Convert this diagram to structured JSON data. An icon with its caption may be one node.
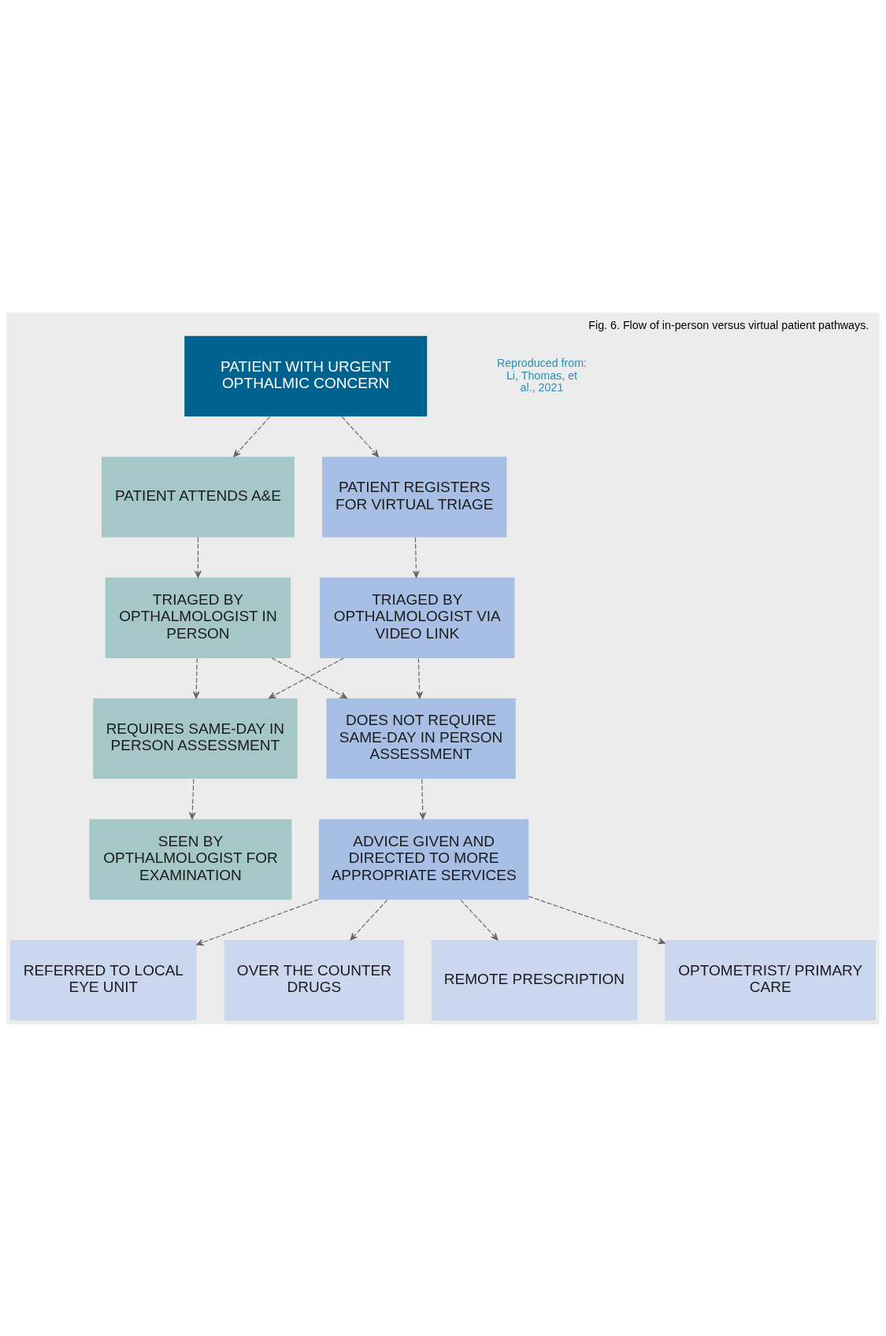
{
  "diagram": {
    "caption": "Fig. 6. Flow of in-person versus virtual patient pathways.",
    "nodes": [
      {
        "text": [
          "PATIENT WITH URGENT OPTHALMIC CONCERN"
        ]
      },
      {
        "text": [
          "PATIENT ATTENDS A&E"
        ]
      },
      {
        "text": [
          "PATIENT REGISTERS FOR VIRTUAL TRIAGE"
        ]
      },
      {
        "text": [
          "TRIAGED BY OPTHALMOLOGIST IN PERSON"
        ]
      },
      {
        "text": [
          "TRIAGED BY OPTHALMOLOGIST VIA VIDEO LINK"
        ]
      },
      {
        "text": [
          "REQUIRES SAME-DAY IN PERSON ASSESSMENT"
        ]
      },
      {
        "text": [
          "DOES NOT REQUIRE SAME-DAY IN PERSON ASSESSMENT"
        ]
      },
      {
        "text": [
          "SEEN BY OPTHALMOLOGIST FOR EXAMINATION"
        ]
      },
      {
        "text": [
          "ADVICE GIVEN AND DIRECTED TO MORE APPROPRIATE SERVICES"
        ]
      },
      {
        "text": [
          "REFERRED TO LOCAL EYE UNIT"
        ]
      },
      {
        "text": [
          "OVER THE COUNTER DRUGS"
        ]
      },
      {
        "text": [
          "REMOTE PRESCRIPTION"
        ]
      },
      {
        "text": [
          "OPTOMETRIST/ PRIMARY CARE"
        ]
      }
    ],
    "edges": [
      {
        "from": 0,
        "to": 1,
        "arrow": "to",
        "style": "dashed"
      },
      {
        "from": 0,
        "to": 2,
        "arrow": "to",
        "style": "dashed"
      },
      {
        "from": 1,
        "to": 3,
        "arrow": "to",
        "style": "dashed"
      },
      {
        "from": 2,
        "to": 4,
        "arrow": "to",
        "style": "dashed"
      },
      {
        "from": 3,
        "to": 5,
        "arrow": "to",
        "style": "dashed"
      },
      {
        "from": 3,
        "to": 6,
        "arrow": "to",
        "style": "dashed"
      },
      {
        "from": 4,
        "to": 5,
        "arrow": "to",
        "style": "dashed"
      },
      {
        "from": 4,
        "to": 6,
        "arrow": "to",
        "style": "dashed"
      },
      {
        "from": 5,
        "to": 7,
        "arrow": "to",
        "style": "dashed"
      },
      {
        "from": 6,
        "to": 8,
        "arrow": "to",
        "style": "dashed"
      },
      {
        "from": 8,
        "to": 9,
        "arrow": "to",
        "style": "dashed"
      },
      {
        "from": 8,
        "to": 10,
        "arrow": "to",
        "style": "dashed"
      },
      {
        "from": 8,
        "to": 11,
        "arrow": "to",
        "style": "dashed"
      },
      {
        "from": 8,
        "to": 12,
        "arrow": "to",
        "style": "dashed"
      }
    ],
    "labels": [
      "Reproduced from: Li, Thomas, et al., 2021"
    ]
  }
}
